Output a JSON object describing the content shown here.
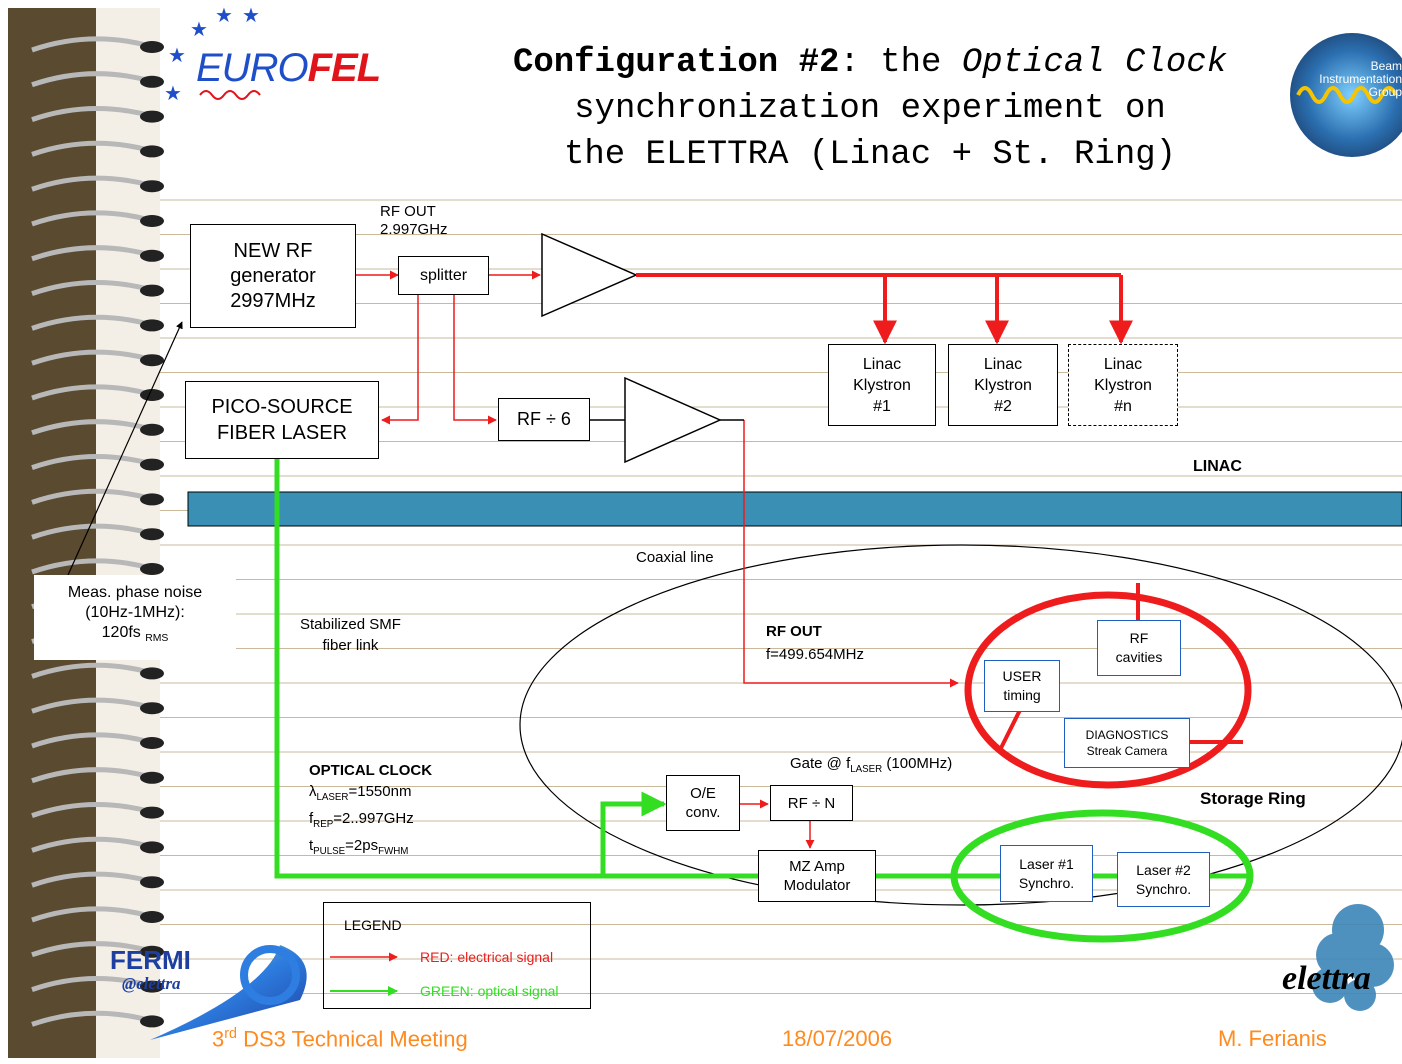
{
  "slide": {
    "title_bold": "Configuration #2",
    "title_sep": ": the ",
    "title_italic": "Optical Clock",
    "title_line2": "synchronization experiment on",
    "title_line3": "the ELETTRA (Linac + St. Ring)"
  },
  "logos": {
    "eurofel_a": "EURO",
    "eurofel_b": "FEL",
    "beam_group": "Beam\nInstrumentation\nGroup",
    "fermi": "FERMI",
    "fermi_sub": "@elettra",
    "elettra": "elettra"
  },
  "boxes": {
    "rf_generator": "NEW RF\ngenerator\n2997MHz",
    "splitter": "splitter",
    "pico_laser": "PICO-SOURCE\nFIBER LASER",
    "rf_div6": "RF ÷ 6",
    "klystron1": "Linac\nKlystron\n#1",
    "klystron2": "Linac\nKlystron\n#2",
    "klystron_n": "Linac\nKlystron\n#n",
    "rf_cavities": "RF\ncavities",
    "user_timing": "USER\ntiming",
    "diagnostics_a": "DIAGNOSTICS",
    "diagnostics_b": "Streak Camera",
    "oe_conv": "O/E\nconv.",
    "rf_divn": "RF ÷ N",
    "mz_amp": "MZ Amp\nModulator",
    "laser1": "Laser #1\nSynchro.",
    "laser2": "Laser #2\nSynchro."
  },
  "labels": {
    "rf_out_top": "RF OUT\n2.997GHz",
    "linac": "LINAC",
    "coaxial": "Coaxial line",
    "meas_noise": "Meas. phase noise\n(10Hz-1MHz):",
    "meas_noise_val": "120fs",
    "meas_noise_sub": "RMS",
    "smf_link": "Stabilized SMF\nfiber link",
    "rf_out_bold": "RF OUT",
    "rf_out_freq": "f=499.654MHz",
    "gate_a": "Gate @ f",
    "gate_sub": "LASER",
    "gate_b": " (100MHz)",
    "storage_ring": "Storage Ring",
    "optical_clock": "OPTICAL CLOCK",
    "oc_l1_sym": "λ",
    "oc_l1_sub": "LASER",
    "oc_l1_val": "=1550nm",
    "oc_l2_sym": "f",
    "oc_l2_sub": "REP",
    "oc_l2_val": "=2..997GHz",
    "oc_l3_sym": "t",
    "oc_l3_sub": "PULSE",
    "oc_l3_val": "=2ps",
    "oc_l3_sub2": "FWHM"
  },
  "legend": {
    "title": "LEGEND",
    "red": "RED: electrical signal",
    "green": "GREEN: optical signal"
  },
  "footer": {
    "meeting_sup": "rd",
    "meeting_pre": "3",
    "meeting_rest": " DS3 Technical Meeting",
    "date": "18/07/2006",
    "author": "M. Ferianis"
  },
  "colors": {
    "electrical": "#ee1c1c",
    "optical": "#33dd22",
    "footer_text": "#ff8a1e",
    "linac_bar": "#3a8fb5",
    "notebook_lines": "#c9b99a",
    "eurofel_blue": "#1f4fc8",
    "eurofel_red": "#e0141b",
    "notebook_brown": "#5a4a30"
  }
}
